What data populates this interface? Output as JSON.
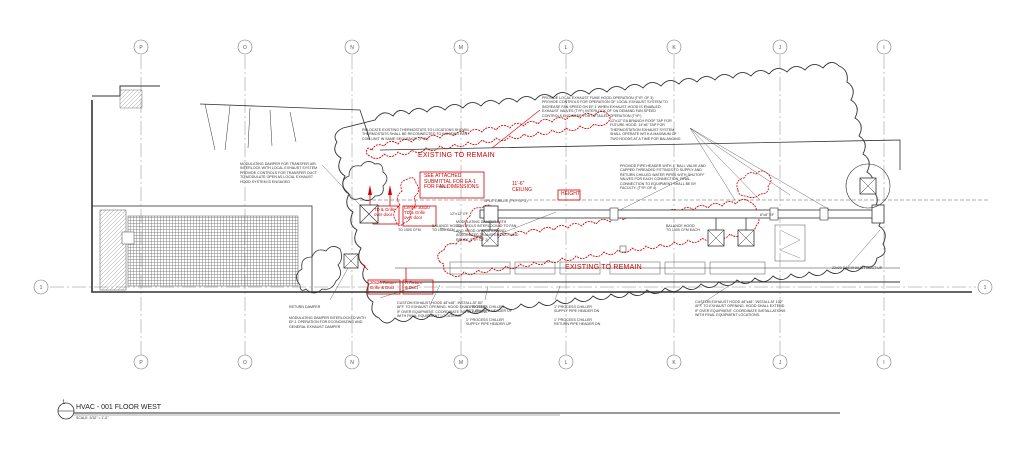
{
  "grid": {
    "top_labels": [
      "P",
      "O",
      "N",
      "M",
      "L",
      "K",
      "J",
      "I"
    ],
    "bottom_labels": [
      "P",
      "O",
      "N",
      "M",
      "L",
      "K",
      "J",
      "I"
    ],
    "left_row_label": "1",
    "right_row_label": "1"
  },
  "red_callouts": {
    "existing_top": "EXISTING TO REMAIN",
    "existing_bottom": "EXISTING TO REMAIN",
    "ea1_submittal": "SEE ATTACHED\nSUBMITTAL FOR EA-1\nFOR FAN DIMENSIONS",
    "ceiling": "11'-6\"\nCEILING",
    "height": "HEIGHT",
    "td_grille_left": "TD & Grille\nover door",
    "td_grille_right": "Center 30x20\nTD & Grille\nover door",
    "return_grille_left": "20x20 Return\nGrille & Duct",
    "return_grille_right": "R Return\n& Duct"
  },
  "notes": {
    "n_fume_hood": "PROVIDE LOCAL EXHAUST FUME HOOD OPERATION (TYP. OF 3)\nPROVIDE CONTROLS FOR OPERATION OF LOCAL EXHAUST SYSTEM TO\nINCREASE FAN SPEED ON EF-1 WHEN EXHAUST HOOD IS ENABLED\nEXHAUST VALVES (TYP.) INTERLOCK OF ON DEMAND FAN SPEED\nCONTROLS ENGINEER FOR DETAILED OPERATION (TYP.)",
    "n_relocate_thermostats": "RELOCATE EXISTING THERMOSTATS TO LOCATIONS SHOWN.\nTHERMOSTATS SHALL BE RECONNECTED TO EXISTING FAN\nCOIL UNIT IN SAME SEQUENCE. (TYP.)",
    "n_future_hood": "12\"x12\" EA BRANCH ROOF TAP FOR\nFUTURE HOOD. 14\"x8\" TAP FOR\nTHERMOSTATION EXHAUST SYSTEM\nSHALL OPERATE WITH A MAXIMUM OF\nTWO HOODS AT A TIME FOR BALANCING",
    "n_pipe_header": "PROVIDE PIPE HEADER WITH 1\" BALL VALVE AND\nCAPPED THREADED FITTINGS TO SUPPLY AND\nRETURN CHILLED WATER PIPES WITH SHUTOFF\nVALVES FOR EACH CONNECTION. FINAL\nCONNECTION TO EQUIPMENT SHALL BE BY\nFACULTY. (TYP. OF 4)",
    "n_modulating_transfer": "MODULATING DAMPER FOR TRANSFER AIR.\nINTERLOCK WITH LOCAL EXHAUST SYSTEM\nPROVIDE CONTROLS FOR TRANSFER DUCT\nTO MODULATE OPEN AS LOCAL EXHAUST\nHOOD SYSTEM IS ENGAGED",
    "n_modulating_interlocked": "MODULATING DAMPER WITH\nCONTROLS INTERLOCKED TO FAN\nAND HOOD OPERATION AND\nASSOCIATED TRANSFER DUCT AND\nRELIEF (TYP. OF 2)",
    "n_balance_hood_left": "BALANCE HOOD\nTO 1500 CFM",
    "n_balance_hood_right": "BALANCE HOOD\nTO 1500 CFM EACH",
    "n_return_damper": "RETURN DAMPER",
    "n_modulating_return": "MODULATING DAMPER INTERLOCKED WITH\nEF-1 OPERATION FOR ECONOMIZING AND\nGENERAL EXHAUST DAMPER",
    "n_custom_hood_left": "CUSTOM EXHAUST HOOD 48\"x48\". INSTALL AT 80\"\nAFF. TO EXHAUST OPENING. HOOD SHALL EXTEND\nIF OVER EQUIPMENT. COORDINATE INSTALLATIONS\nWITH FINAL EQUIPMENT LOCATIONS.",
    "n_custom_hood_right": "CUSTOM EXHAUST HOOD 48\"x48\". INSTALL AT 102\"\nAFF. TO EXHAUST OPENING. HOOD SHALL EXTEND\nIF OVER EQUIPMENT. COORDINATE INSTALLATIONS\nWITH FINAL EQUIPMENT LOCATIONS.",
    "n_chiller_return_left": "1\" PROCESS CHILLER\nRETURN PIPE HEADER UP",
    "n_chiller_supply_left": "1\" PROCESS CHILLER\nSUPPLY PIPE HEADER UP",
    "n_chiller_supply_right": "1\" PROCESS CHILLER\nSUPPLY PIPE HEADER DN",
    "n_chiller_return_right": "1\" PROCESS CHILLER\nRETURN PIPE HEADER DN",
    "n_exhaust_duct_up": "22x20 EA EXHAUST DUCT UP",
    "n_sprinkler_grills": "SPLIT GRILLS (TYP. OF 2)",
    "n_cfm_1": "12\"x12\" EF",
    "n_cfm_2": "8\"x8\" EF",
    "n_to_1500": "TO 1500 CFM",
    "n_ea1": "EA-1"
  },
  "title_block": {
    "number": "1",
    "title": "HVAC - 001 FLOOR WEST",
    "scale": "SCALE: 3/32\" = 1'-0\""
  },
  "colors": {
    "line": "#333333",
    "revision": "#d40000",
    "hatch": "#555555"
  }
}
